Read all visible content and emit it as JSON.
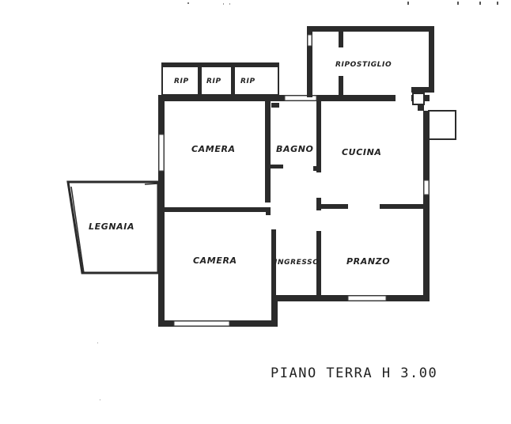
{
  "rooms": {
    "camera_top": "CAMERA",
    "bagno": "BAGNO",
    "cucina": "CUCINA",
    "legnaia": "LEGNAIA",
    "camera_bottom": "CAMERA",
    "ingresso": "INGRESSO",
    "pranzo": "PRANZO",
    "ripostiglio": "RIPOSTIGLIO",
    "rip1": "RIP",
    "rip2": "RIP",
    "rip3": "RIP"
  },
  "floor_title": "PIANO TERRA  H 3.00"
}
